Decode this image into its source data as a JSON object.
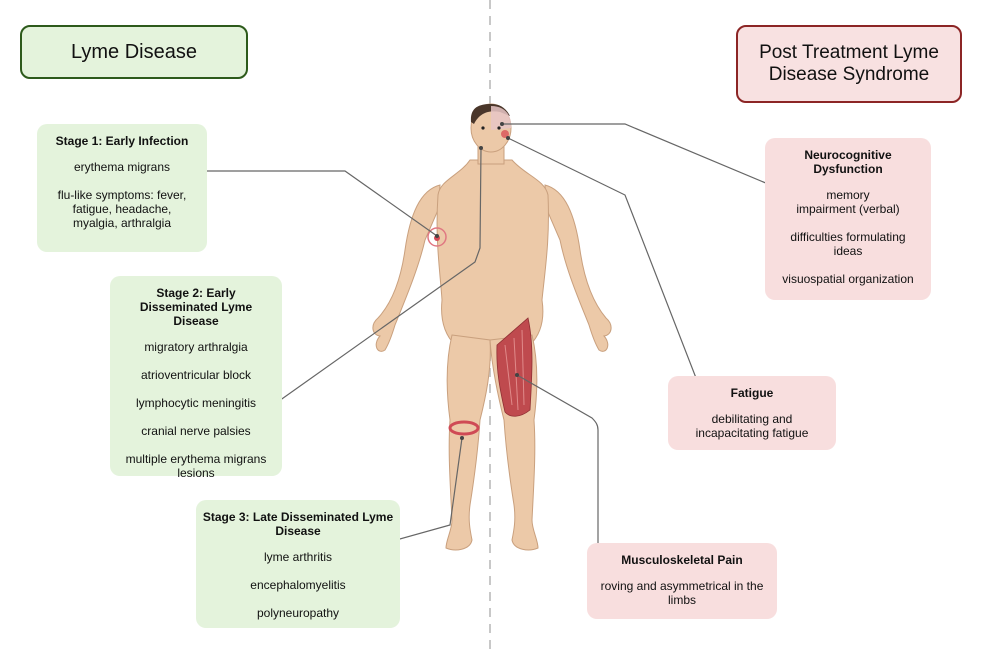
{
  "left_title": "Lyme Disease",
  "right_title": "Post Treatment Lyme Disease Syndrome",
  "colors": {
    "lyme_fill": "#e4f3dc",
    "lyme_border": "#2d5a1b",
    "ptlds_fill": "#f8dede",
    "ptlds_border": "#8c2525",
    "leader_line": "#666666",
    "divider": "#c8c8c8"
  },
  "lyme_stages": [
    {
      "heading": "Stage 1: Early Infection",
      "items": [
        "erythema migrans",
        "flu-like symptoms: fever, fatigue, headache, myalgia, arthralgia"
      ]
    },
    {
      "heading": "Stage 2: Early Disseminated Lyme Disease",
      "items": [
        "migratory arthralgia",
        "atrioventricular block",
        "lymphocytic meningitis",
        "cranial nerve palsies",
        "multiple erythema migrans lesions"
      ]
    },
    {
      "heading": "Stage 3: Late Disseminated Lyme Disease",
      "items": [
        "lyme arthritis",
        "encephalomyelitis",
        "polyneuropathy"
      ]
    }
  ],
  "ptlds_symptoms": [
    {
      "heading": "Neurocognitive Dysfunction",
      "items": [
        "memory impairment (verbal)",
        "difficulties formulating ideas",
        "visuospatial organization"
      ]
    },
    {
      "heading": "Fatigue",
      "items": [
        "debilitating and incapacitating fatigue"
      ]
    },
    {
      "heading": "Musculoskeletal Pain",
      "items": [
        "roving and asymmetrical in the limbs"
      ]
    }
  ]
}
